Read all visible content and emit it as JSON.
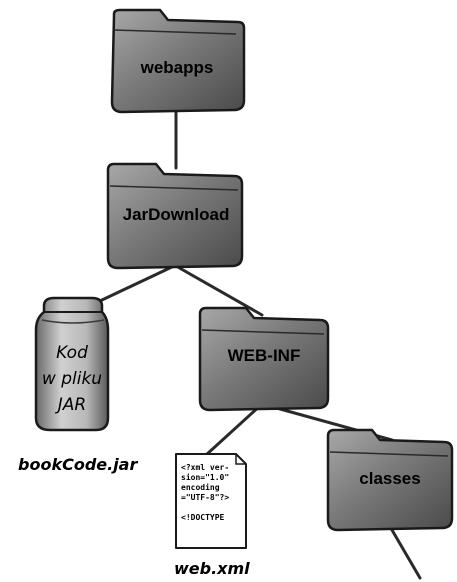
{
  "folders": {
    "webapps": "webapps",
    "jardownload": "JarDownload",
    "webinf": "WEB-INF",
    "classes": "classes"
  },
  "jar": {
    "lines": [
      "Kod",
      "w pliku",
      "JAR"
    ],
    "caption": "bookCode.jar"
  },
  "xml_file": {
    "lines": [
      "<?xml ver-",
      "sion=\"1.0\"",
      "encoding",
      "=\"UTF-8\"?>",
      "",
      "<!DOCTYPE"
    ],
    "caption": "web.xml"
  },
  "colors": {
    "folder_dark": "#4a4a4a",
    "folder_light": "#9a9a9a",
    "line": "#2a2a2a"
  }
}
